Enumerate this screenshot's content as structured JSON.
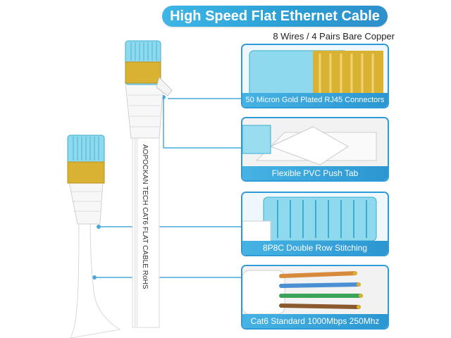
{
  "banner": {
    "title": "High Speed Flat Ethernet Cable",
    "subtitle": "8 Wires / 4 Pairs Bare Copper"
  },
  "cable_print": "AOPOCKAN TECH   CAT6   FLAT   CABLE   RoHS",
  "features": [
    {
      "label": "50 Micron Gold Plated RJ45 Connectors"
    },
    {
      "label": "Flexible PVC Push Tab"
    },
    {
      "label": "8P8C Double Row Stitching"
    },
    {
      "label": "Cat6 Standard 1000Mbps 250Mhz"
    }
  ],
  "colors": {
    "accent": "#2f9bd6",
    "gold": "#d9b233",
    "connector_clear": "#7fd3ea",
    "cable": "#ffffff"
  }
}
